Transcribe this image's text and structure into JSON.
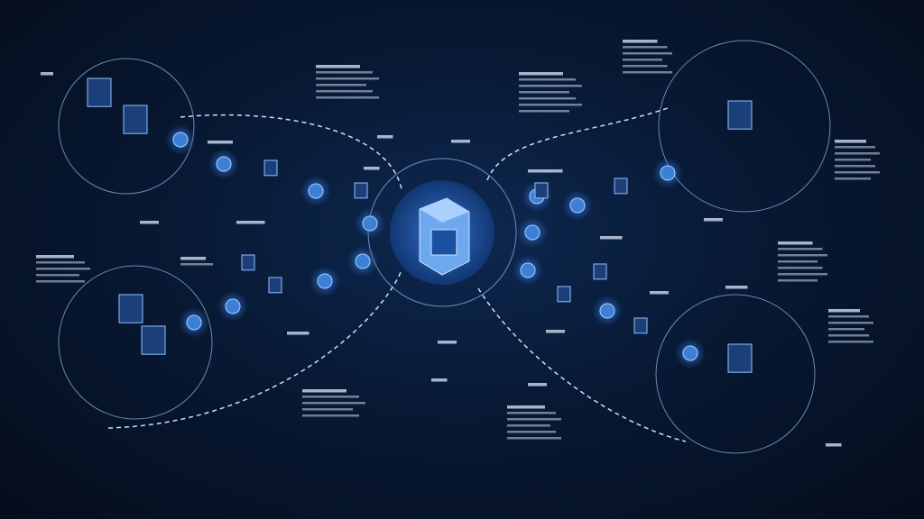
{
  "colors": {
    "background": "#06101f",
    "accent": "#4a8fe0",
    "glow": "#5fb0ff",
    "hub": "#2f6fd0",
    "line": "#c8d8f0"
  },
  "hub": {
    "icon": "cube-icon"
  },
  "clusters": [
    {
      "name": "top-left",
      "icon": "server-rack-icon"
    },
    {
      "name": "bottom-left",
      "icon": "server-rack-icon"
    },
    {
      "name": "top-right",
      "icon": "processor-cube-icon"
    },
    {
      "name": "bottom-right",
      "icon": "server-tower-icon"
    }
  ]
}
